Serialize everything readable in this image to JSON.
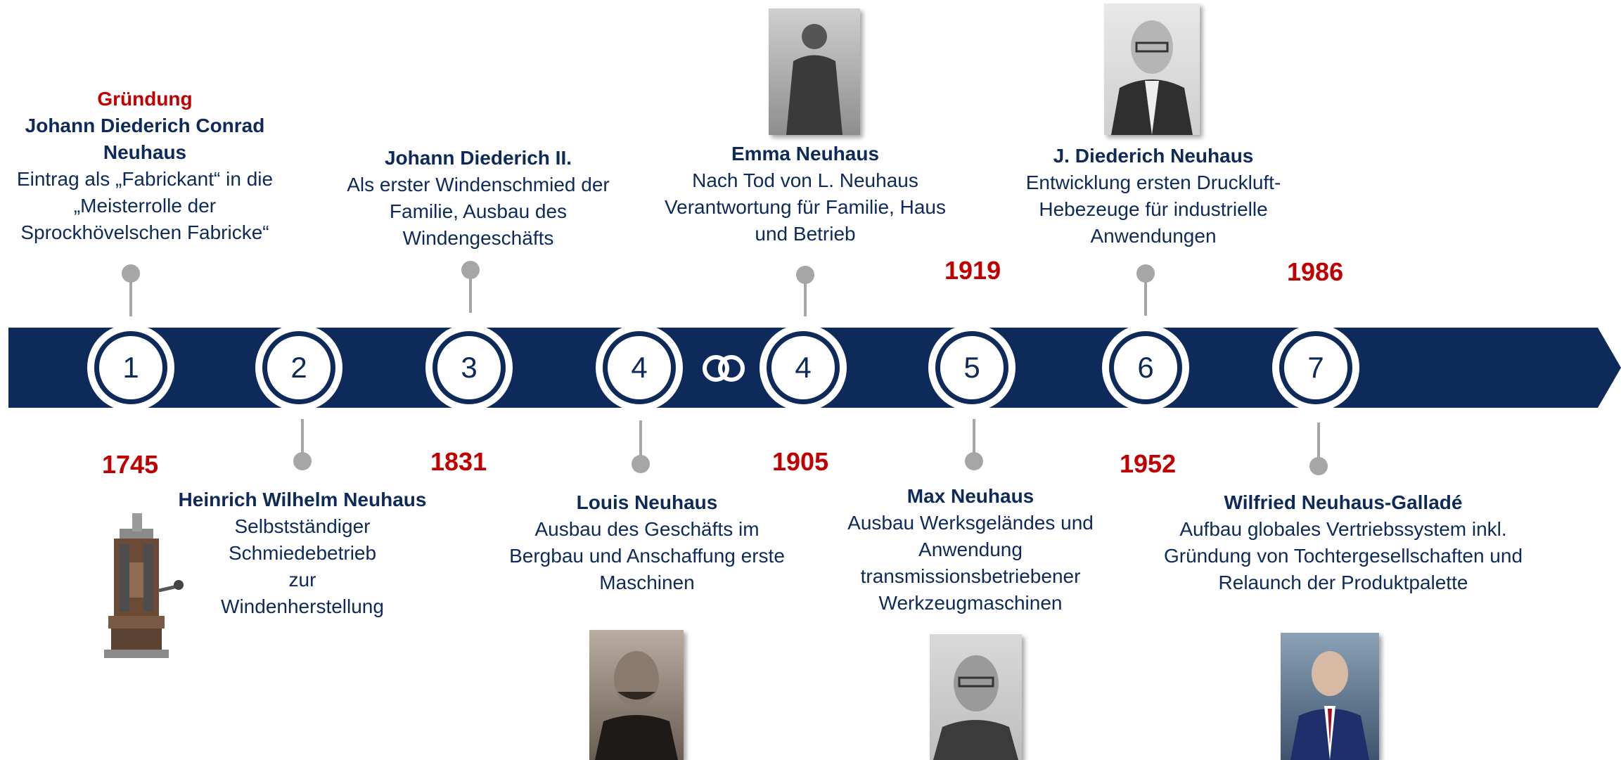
{
  "colors": {
    "band": "#0d2a5b",
    "year": "#c00000",
    "stem": "#a6a6a6",
    "text": "#0d2a5b"
  },
  "milestones": [
    {
      "number": "1",
      "year": "1745",
      "label": "Gründung",
      "name": "Johann Diederich Conrad Neuhaus",
      "desc": "Eintrag als „Fabrickant“ in die „Meisterrolle der Sprockhövelschen Fabricke“"
    },
    {
      "number": "2",
      "name": "Heinrich Wilhelm Neuhaus",
      "desc": "Selbstständiger Schmiedebetrieb zur Windenherstellung"
    },
    {
      "number": "3",
      "year": "1831",
      "name": "Johann Diederich II.",
      "desc": "Als erster Windenschmied der Familie, Ausbau des Windengeschäfts"
    },
    {
      "number": "4",
      "name": "Louis Neuhaus",
      "desc": "Ausbau des Geschäfts im Bergbau und Anschaffung erste Maschinen"
    },
    {
      "number": "4",
      "year": "1905",
      "name": "Emma Neuhaus",
      "desc": "Nach Tod von L. Neuhaus Verantwortung für Familie, Haus und Betrieb"
    },
    {
      "number": "5",
      "year": "1919",
      "name": "Max Neuhaus",
      "desc": "Ausbau Werksgeländes und Anwendung transmissionsbetriebener Werkzeugmaschinen"
    },
    {
      "number": "6",
      "year": "1952",
      "name": "J. Diederich Neuhaus",
      "desc": "Entwicklung ersten Druckluft-Hebezeuge für industrielle Anwendungen"
    },
    {
      "number": "7",
      "year": "1986",
      "name": "Wilfried Neuhaus-Galladé",
      "desc": "Aufbau globales Vertriebssystem inkl. Gründung von Tochtergesellschaften und Relaunch der Produktpalette"
    }
  ],
  "icons": {
    "marriage": "wedding-rings-icon"
  }
}
